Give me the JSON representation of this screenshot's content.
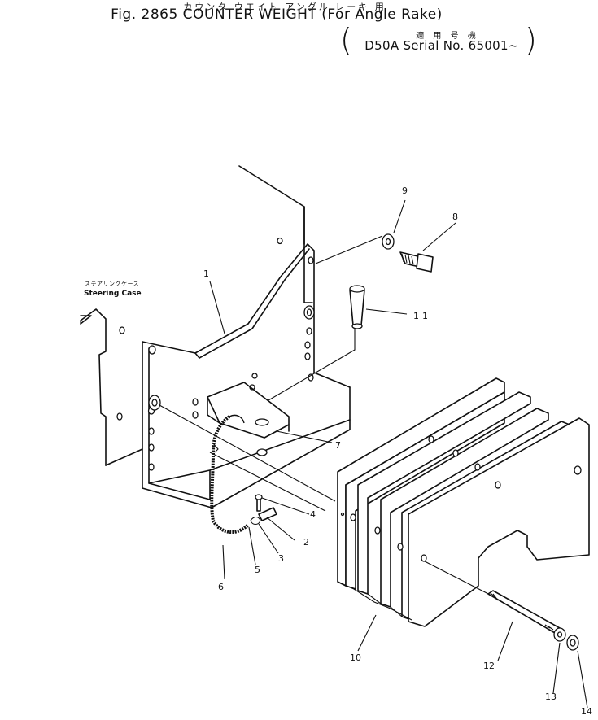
{
  "header": {
    "title_jp": "カウンタ ウエイト アングル レーキ 用",
    "title": "Fig. 2865  COUNTER WEIGHT (For Angle Rake)",
    "serial_jp": "適 用 号 機",
    "serial": "D50A  Serial  No.  65001~",
    "paren_left": "(",
    "paren_right": ")"
  },
  "labels": {
    "steering_jp": "ステアリングケース",
    "steering_en": "Steering Case"
  },
  "callouts": [
    "1",
    "2",
    "3",
    "4",
    "5",
    "6",
    "7",
    "8",
    "9",
    "10",
    "11",
    "12",
    "13",
    "14"
  ]
}
